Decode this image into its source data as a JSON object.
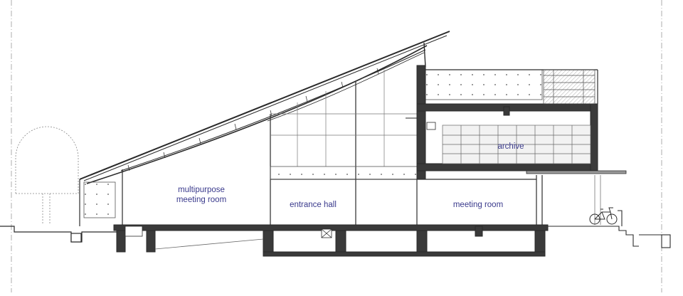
{
  "labels": {
    "multipurpose_line1": "multipurpose",
    "multipurpose_line2": "meeting room",
    "entrance_hall": "entrance hall",
    "meeting_room": "meeting room",
    "archive": "archive"
  },
  "colors": {
    "line": "#2a2a2a",
    "thin": "#6a6a6a",
    "label": "#3a3a8c",
    "cut": "#2b2b2b",
    "panel": "#e9e9e9"
  }
}
